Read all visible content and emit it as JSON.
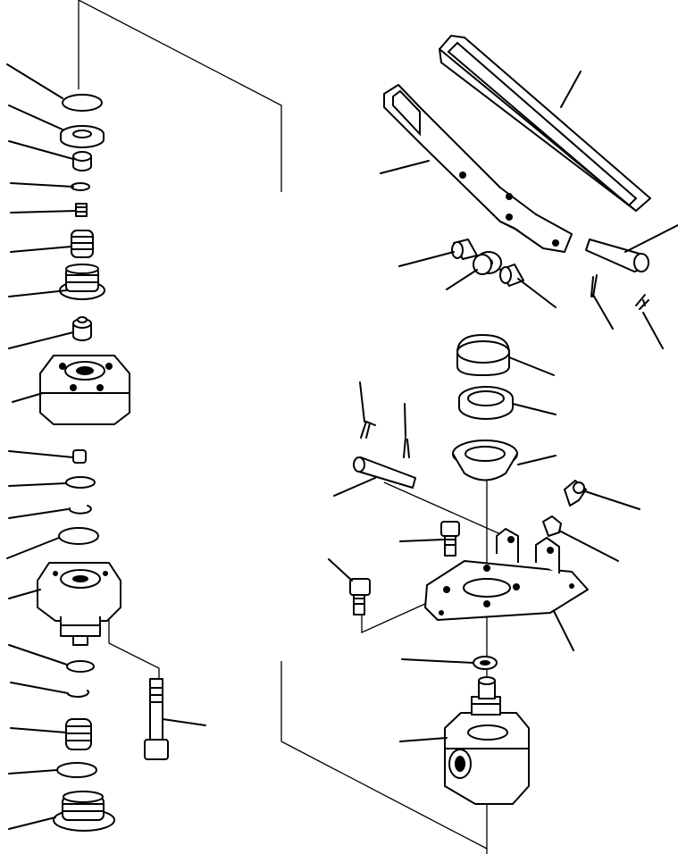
{
  "diagram": {
    "type": "exploded-parts-view",
    "background": "#ffffff",
    "ink": "#000000",
    "text": [],
    "left_stack_leaders": 22,
    "right_assembly_leaders": 21
  }
}
